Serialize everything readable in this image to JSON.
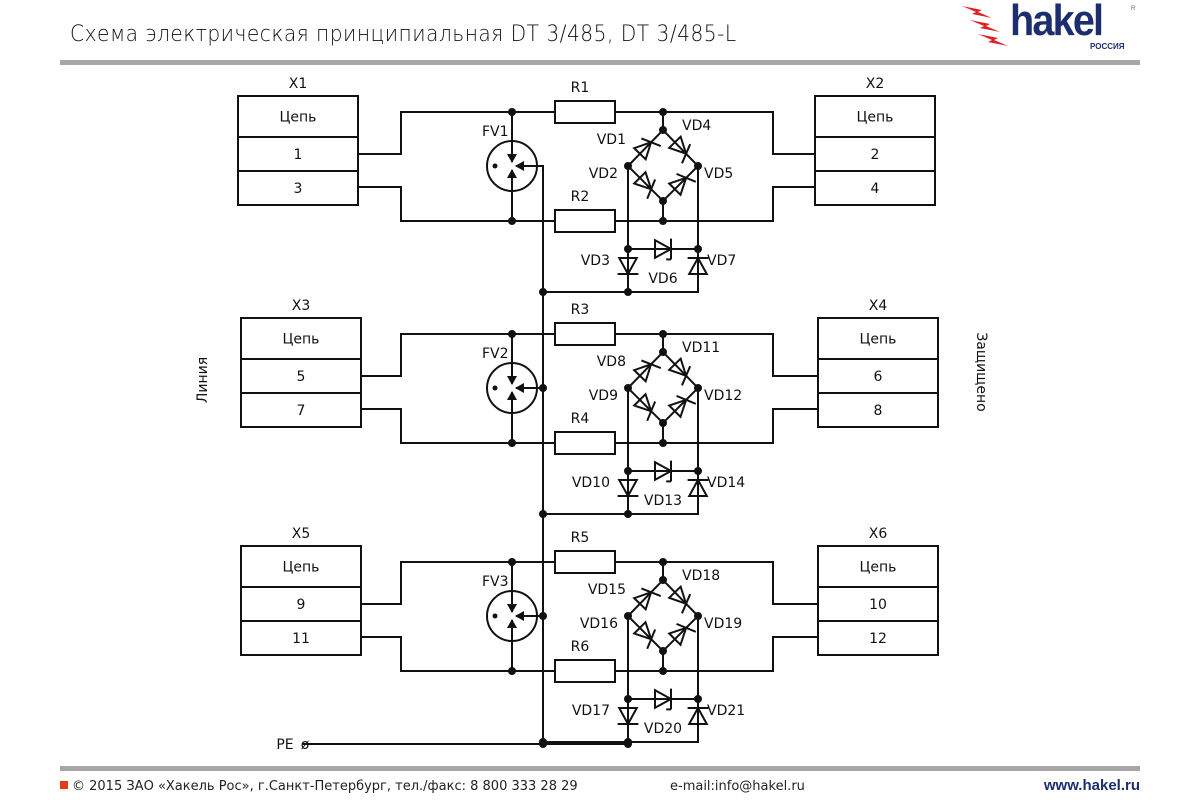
{
  "header": {
    "title": "Схема электрическая принципиальная DT 3/485, DT 3/485-L",
    "logo": {
      "brand": "hakel",
      "subtitle": "РОССИЯ",
      "registered": "R",
      "icon": "lightning-bolts-icon",
      "accent": "#e02020",
      "brand_color": "#1c2e6e"
    }
  },
  "side_labels": {
    "left": "Линия",
    "right": "Защищено"
  },
  "channels": [
    {
      "left_connector": {
        "name": "X1",
        "rows": [
          "Цепь",
          "1",
          "3"
        ]
      },
      "right_connector": {
        "name": "X2",
        "rows": [
          "Цепь",
          "2",
          "4"
        ]
      },
      "arrester": "FV1",
      "resistors": [
        "R1",
        "R2"
      ],
      "bridge_diodes": [
        "VD1",
        "VD4",
        "VD2",
        "VD5"
      ],
      "lower_diodes": [
        "VD3",
        "VD6",
        "VD7"
      ]
    },
    {
      "left_connector": {
        "name": "X3",
        "rows": [
          "Цепь",
          "5",
          "7"
        ]
      },
      "right_connector": {
        "name": "X4",
        "rows": [
          "Цепь",
          "6",
          "8"
        ]
      },
      "arrester": "FV2",
      "resistors": [
        "R3",
        "R4"
      ],
      "bridge_diodes": [
        "VD8",
        "VD11",
        "VD9",
        "VD12"
      ],
      "lower_diodes": [
        "VD10",
        "VD13",
        "VD14"
      ]
    },
    {
      "left_connector": {
        "name": "X5",
        "rows": [
          "Цепь",
          "9",
          "11"
        ]
      },
      "right_connector": {
        "name": "X6",
        "rows": [
          "Цепь",
          "10",
          "12"
        ]
      },
      "arrester": "FV3",
      "resistors": [
        "R5",
        "R6"
      ],
      "bridge_diodes": [
        "VD15",
        "VD18",
        "VD16",
        "VD19"
      ],
      "lower_diodes": [
        "VD17",
        "VD20",
        "VD21"
      ]
    }
  ],
  "ground": {
    "label": "PE",
    "symbol": "ø"
  },
  "footer": {
    "copyright": "© 2015 ЗАО «Хакель Рос», г.Санкт-Петербург, тел./факс: 8 800 333 28 29",
    "email": "e-mail:info@hakel.ru",
    "url": "www.hakel.ru"
  }
}
